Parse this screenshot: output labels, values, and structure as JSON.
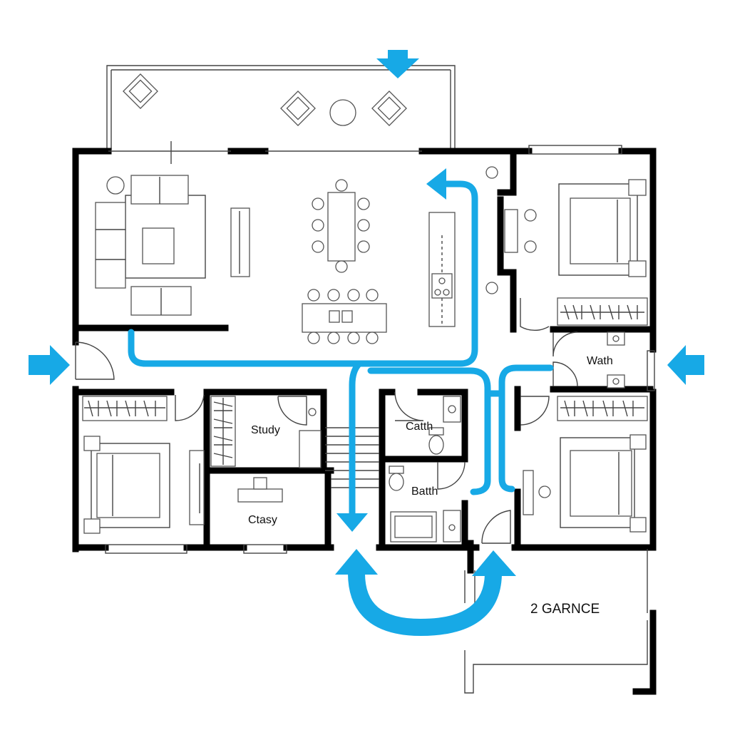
{
  "rooms": {
    "study": "Study",
    "bath_right": "Wath",
    "bath_center_top": "Catth",
    "bath_center": "Batth",
    "office": "Ctasy",
    "garage": "2 GARNCE"
  },
  "colors": {
    "flow_arrow": "#17a9e6",
    "wall": "#000000",
    "line": "#444444",
    "background": "#ffffff"
  },
  "icons": {
    "entry_arrows": "arrow-right-icon, arrow-left-icon, arrow-down-icon",
    "circulation": "flow-path"
  }
}
